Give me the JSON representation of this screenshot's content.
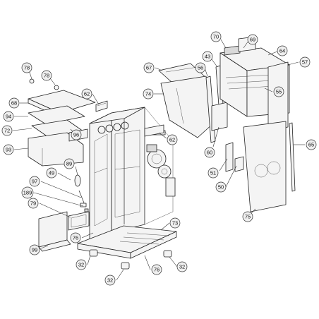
{
  "callouts": [
    {
      "id": "c70",
      "label": "70"
    },
    {
      "id": "c69",
      "label": "69"
    },
    {
      "id": "c64",
      "label": "64"
    },
    {
      "id": "c43",
      "label": "43"
    },
    {
      "id": "c57",
      "label": "57"
    },
    {
      "id": "c78a",
      "label": "78"
    },
    {
      "id": "c78b",
      "label": "78"
    },
    {
      "id": "c67",
      "label": "67"
    },
    {
      "id": "c56",
      "label": "56"
    },
    {
      "id": "c55",
      "label": "55"
    },
    {
      "id": "c74",
      "label": "74"
    },
    {
      "id": "c62a",
      "label": "62"
    },
    {
      "id": "c68",
      "label": "68"
    },
    {
      "id": "c94",
      "label": "94"
    },
    {
      "id": "c72",
      "label": "72"
    },
    {
      "id": "c96",
      "label": "96"
    },
    {
      "id": "c62b",
      "label": "62"
    },
    {
      "id": "c65",
      "label": "65"
    },
    {
      "id": "c93",
      "label": "93"
    },
    {
      "id": "c60",
      "label": "60"
    },
    {
      "id": "c89",
      "label": "89"
    },
    {
      "id": "c51",
      "label": "51"
    },
    {
      "id": "c49",
      "label": "49"
    },
    {
      "id": "c97",
      "label": "97"
    },
    {
      "id": "c50",
      "label": "50"
    },
    {
      "id": "c189",
      "label": "189"
    },
    {
      "id": "c79",
      "label": "79"
    },
    {
      "id": "c75",
      "label": "75"
    },
    {
      "id": "c73",
      "label": "73"
    },
    {
      "id": "c76a",
      "label": "76"
    },
    {
      "id": "c99",
      "label": "99"
    },
    {
      "id": "c32a",
      "label": "32"
    },
    {
      "id": "c76b",
      "label": "76"
    },
    {
      "id": "c32b",
      "label": "32"
    },
    {
      "id": "c32c",
      "label": "32"
    }
  ]
}
